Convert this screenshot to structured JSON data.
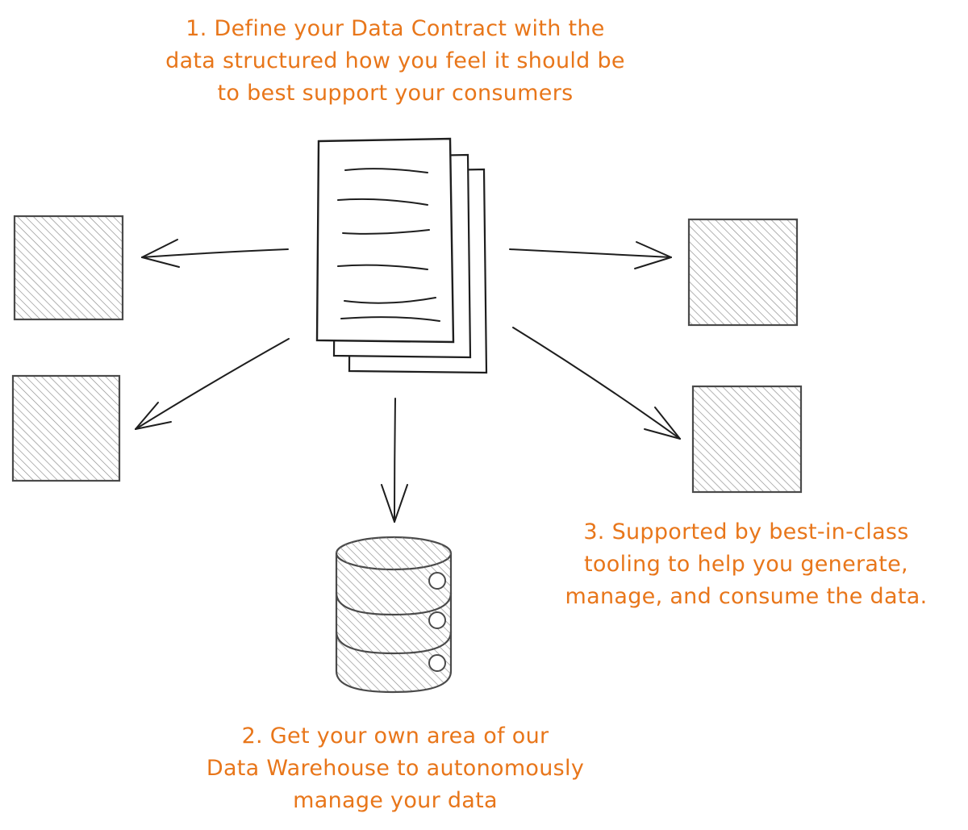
{
  "colors": {
    "annotation": "#e8761a",
    "stroke": "#1e1e1e",
    "box_stroke": "#4a4a4a",
    "hatch": "#8a8a8a"
  },
  "captions": {
    "define_contract": [
      "1. Define your Data Contract with the",
      "data structured how you feel it should be",
      "to best support your consumers"
    ],
    "data_warehouse": [
      "2. Get your own area of our",
      "Data Warehouse to autonomously",
      "manage your data"
    ],
    "tooling": [
      "3. Supported by best-in-class",
      "tooling to help you generate,",
      "manage, and consume the data."
    ]
  },
  "nodes": [
    {
      "id": "data-contract",
      "kind": "document-stack"
    },
    {
      "id": "consumer-left-top",
      "kind": "hatched-box"
    },
    {
      "id": "consumer-left-bottom",
      "kind": "hatched-box"
    },
    {
      "id": "consumer-right-top",
      "kind": "hatched-box"
    },
    {
      "id": "consumer-right-bottom",
      "kind": "hatched-box"
    },
    {
      "id": "data-warehouse",
      "kind": "database"
    }
  ],
  "edges": [
    {
      "from": "data-contract",
      "to": "consumer-left-top"
    },
    {
      "from": "data-contract",
      "to": "consumer-left-bottom"
    },
    {
      "from": "data-contract",
      "to": "consumer-right-top"
    },
    {
      "from": "data-contract",
      "to": "consumer-right-bottom"
    },
    {
      "from": "data-contract",
      "to": "data-warehouse"
    }
  ]
}
